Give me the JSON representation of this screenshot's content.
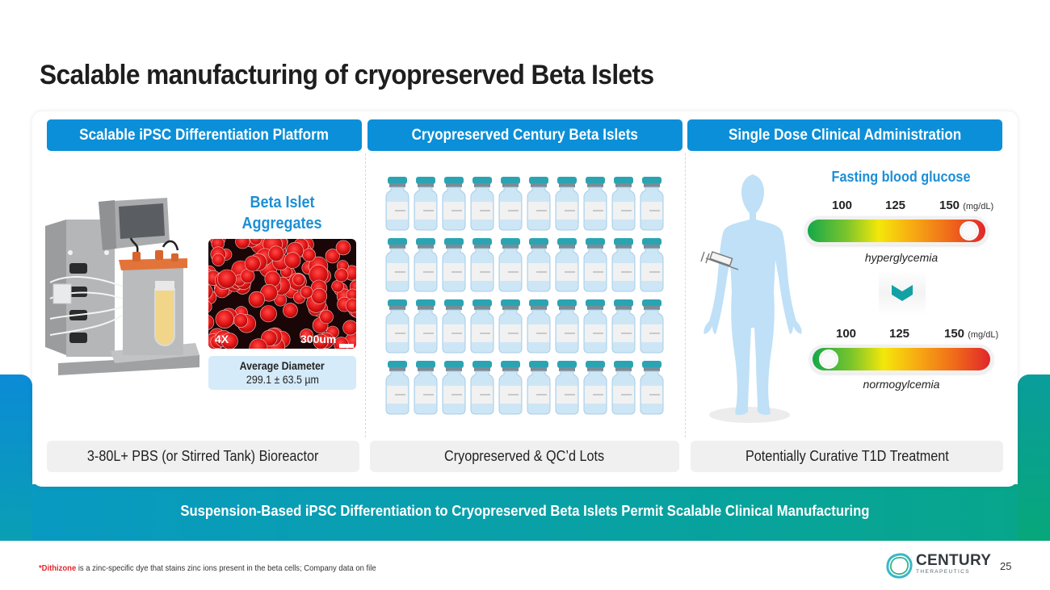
{
  "slide": {
    "title": "Scalable manufacturing of cryopreserved Beta Islets",
    "page_number": "25",
    "tagline": "Suspension-Based iPSC Differentiation to Cryopreserved Beta Islets Permit Scalable Clinical Manufacturing",
    "footnote": {
      "emphasis": "*Dithizone",
      "text": " is a zinc-specific dye that stains zinc ions present in the beta cells; Company data on file"
    },
    "logo": {
      "name": "CENTURY",
      "sub": "THERAPEUTICS",
      "icon": "century-ring-logo"
    }
  },
  "colors": {
    "header_blue": "#0b8fd8",
    "accent_blue_text": "#1c8fd6",
    "footnote_red": "#e3262d",
    "band_start": "#0a8fcf",
    "band_end": "#07a67c"
  },
  "columns": [
    {
      "header": "Scalable iPSC Differentiation Platform",
      "footer": "3-80L+ PBS (or Stirred Tank) Bioreactor",
      "illustration": "bioreactor-illustration",
      "inset": {
        "title_line1": "Beta Islet",
        "title_line2": "Aggregates",
        "image": "islet-aggregates-micrograph",
        "magnification": "4X",
        "scale": "300um",
        "measure_label": "Average Diameter",
        "measure_value": "299.1 ± 63.5 µm"
      }
    },
    {
      "header": "Cryopreserved Century Beta Islets",
      "footer": "Cryopreserved & QC’d Lots",
      "illustration": "vial-grid",
      "vial_rows": 4,
      "vial_cols": 10
    },
    {
      "header": "Single Dose Clinical Administration",
      "footer": "Potentially Curative T1D Treatment",
      "illustration": "human-figure-with-syringe",
      "glucose": {
        "title": "Fasting blood glucose",
        "unit": "(mg/dL)",
        "ticks": [
          "100",
          "125",
          "150"
        ],
        "before": {
          "label": "hyperglycemia",
          "position_fraction": 0.96
        },
        "after": {
          "label": "normogylcemia",
          "position_fraction": 0.04
        },
        "arrow_icon": "chevron-down-icon"
      }
    }
  ]
}
